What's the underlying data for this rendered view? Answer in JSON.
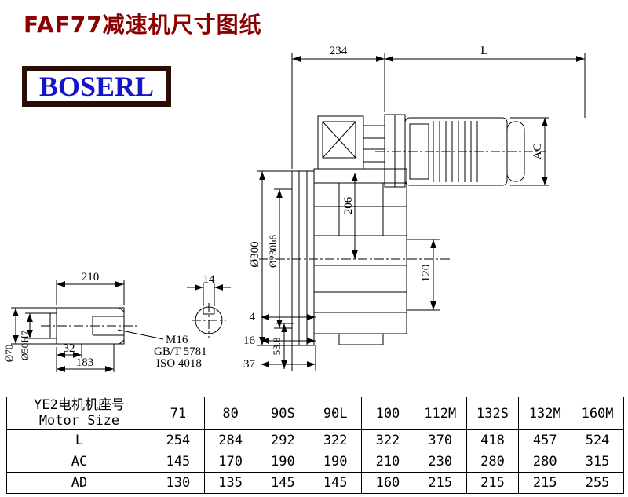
{
  "page": {
    "title": "FAF77减速机尺寸图纸",
    "brand": "BOSERL"
  },
  "drawing": {
    "dim_234": "234",
    "dim_L": "L",
    "dim_AC": "AC",
    "dim_206": "206",
    "dim_300": "Ø300",
    "dim_230": "Ø230h6",
    "dim_120": "120",
    "dim_4": "4",
    "dim_16": "16",
    "dim_37": "37",
    "dim_53_8": "53.8",
    "dim_210": "210",
    "dim_32": "32",
    "dim_183": "183",
    "dim_14": "14",
    "dim_70": "Ø70",
    "dim_50": "Ø50H7",
    "note_m16": "M16",
    "note_gb": "GB/T 5781",
    "note_iso": "ISO 4018"
  },
  "table": {
    "header": {
      "line1": "YE2电机机座号",
      "line2": "Motor Size"
    },
    "columns": [
      "71",
      "80",
      "90S",
      "90L",
      "100",
      "112M",
      "132S",
      "132M",
      "160M"
    ],
    "rows": [
      {
        "label": "L",
        "values": [
          "254",
          "284",
          "292",
          "322",
          "322",
          "370",
          "418",
          "457",
          "524"
        ]
      },
      {
        "label": "AC",
        "values": [
          "145",
          "170",
          "190",
          "190",
          "210",
          "230",
          "280",
          "280",
          "315"
        ]
      },
      {
        "label": "AD",
        "values": [
          "130",
          "135",
          "145",
          "145",
          "160",
          "215",
          "215",
          "215",
          "255"
        ]
      }
    ]
  }
}
